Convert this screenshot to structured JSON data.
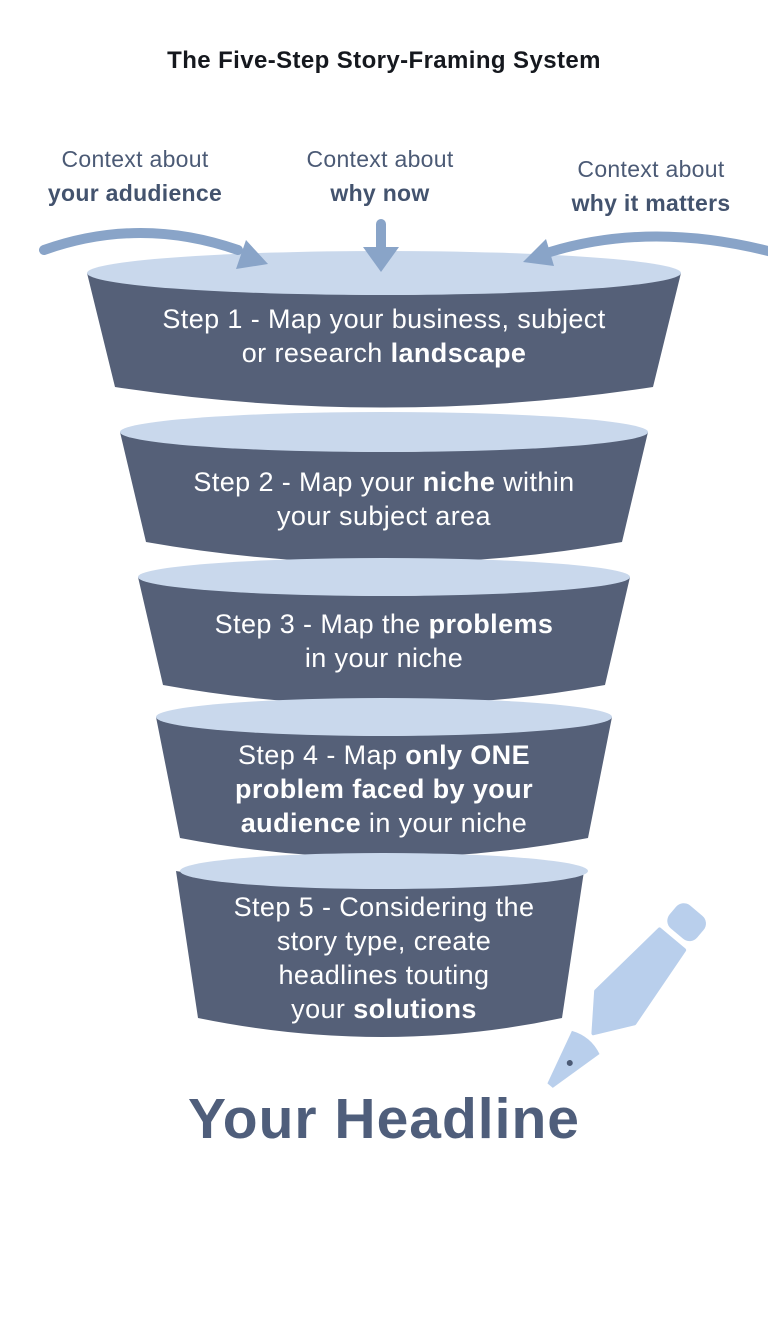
{
  "title": "The Five-Step Story-Framing System",
  "context_labels": [
    {
      "line1": "Context about",
      "line2": "your adudience"
    },
    {
      "line1": "Context about",
      "line2": "why now"
    },
    {
      "line1": "Context about",
      "line2": "why it matters"
    }
  ],
  "funnel": {
    "steps": [
      {
        "lines": [
          [
            {
              "t": "Step 1 - Map your business, subject"
            }
          ],
          [
            {
              "t": "or research "
            },
            {
              "t": "landscape",
              "b": true
            }
          ]
        ]
      },
      {
        "lines": [
          [
            {
              "t": "Step 2 - Map your "
            },
            {
              "t": "niche",
              "b": true
            },
            {
              "t": " within"
            }
          ],
          [
            {
              "t": "your subject area"
            }
          ]
        ]
      },
      {
        "lines": [
          [
            {
              "t": "Step 3 - Map the "
            },
            {
              "t": "problems",
              "b": true
            }
          ],
          [
            {
              "t": "in your niche"
            }
          ]
        ]
      },
      {
        "lines": [
          [
            {
              "t": "Step 4 - Map "
            },
            {
              "t": "only ONE",
              "b": true
            }
          ],
          [
            {
              "t": "problem faced by your",
              "b": true
            }
          ],
          [
            {
              "t": "audience",
              "b": true
            },
            {
              "t": " in your niche"
            }
          ]
        ]
      },
      {
        "lines": [
          [
            {
              "t": "Step 5 - Considering the"
            }
          ],
          [
            {
              "t": "story type, create"
            }
          ],
          [
            {
              "t": "headlines touting"
            }
          ],
          [
            {
              "t": "your "
            },
            {
              "t": "solutions",
              "b": true
            }
          ]
        ]
      }
    ]
  },
  "footer": {
    "headline": "Your Headline"
  },
  "icons": {
    "pen": "fountain-pen-icon",
    "arrow_left": "curved-arrow-right-icon",
    "arrow_middle": "arrow-down-icon",
    "arrow_right": "curved-arrow-left-icon"
  },
  "colors": {
    "background": "#ffffff",
    "title_text": "#15181e",
    "label_text": "#4b5a75",
    "label_text_bold": "#43536e",
    "funnel_body": "#556078",
    "funnel_top": "#c9d8ec",
    "arrow": "#89a4c8",
    "pen": "#b9cfec",
    "pen_dot": "#4b5a75",
    "step_text": "#ffffff",
    "headline_text": "#4f5e7b"
  }
}
